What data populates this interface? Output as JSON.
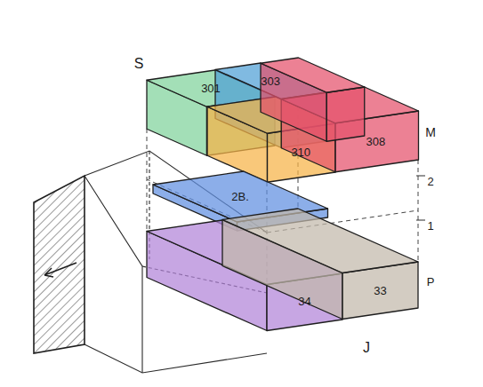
{
  "diagram": {
    "nodes": [
      {
        "text": [
          "301"
        ]
      },
      {
        "text": [
          "303"
        ]
      },
      {
        "text": [
          "310"
        ]
      },
      {
        "text": [
          "308"
        ]
      },
      {
        "text": [
          "2B."
        ]
      },
      {
        "text": [
          "34"
        ]
      },
      {
        "text": [
          "33"
        ]
      }
    ],
    "labels": [
      "S",
      "M",
      "2",
      "1",
      "P",
      "J"
    ]
  }
}
